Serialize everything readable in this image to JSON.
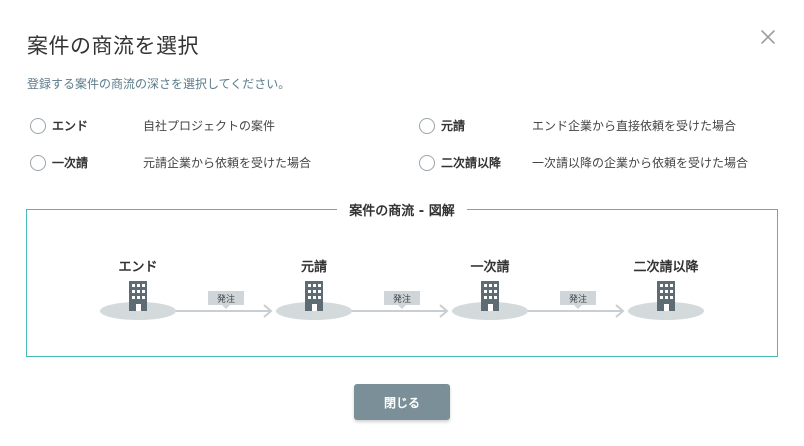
{
  "dialog": {
    "title": "案件の商流を選択",
    "subtitle": "登録する案件の商流の深さを選択してください。",
    "close_icon": "close-icon"
  },
  "options": [
    {
      "label": "エンド",
      "description": "自社プロジェクトの案件",
      "selected": false
    },
    {
      "label": "元請",
      "description": "エンド企業から直接依頼を受けた場合",
      "selected": false
    },
    {
      "label": "一次請",
      "description": "元請企業から依頼を受けた場合",
      "selected": false
    },
    {
      "label": "二次請以降",
      "description": "一次請以降の企業から依頼を受けた場合",
      "selected": false
    }
  ],
  "flow": {
    "title": "案件の商流 - 図解",
    "stages": [
      "エンド",
      "元請",
      "一次請",
      "二次請以降"
    ],
    "arrow_label": "発注",
    "stage_icon": "building-icon",
    "border_color": "#48bdb7"
  },
  "footer": {
    "close_label": "閉じる"
  },
  "colors": {
    "subtitle": "#5b7b8a",
    "button": "#7b8f99",
    "accent": "#48bdb7"
  }
}
